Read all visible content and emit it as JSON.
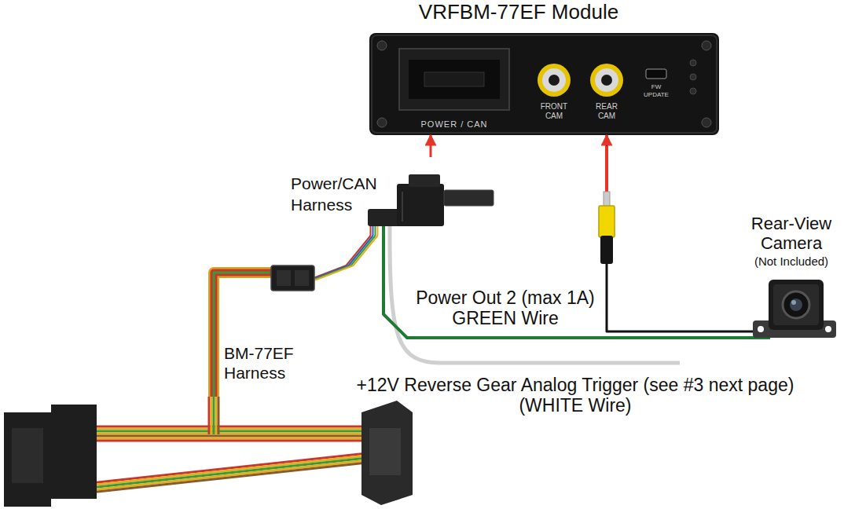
{
  "diagram": {
    "nodes": [
      {
        "text": [
          "VRFBM-77EF Module",
          "POWER / CAN",
          "FRONT CAM",
          "REAR CAM",
          "FW UPDATE"
        ]
      },
      {
        "text": [
          "Power/CAN Harness"
        ]
      },
      {
        "text": [
          "Rear-View Camera",
          "(Not Included)"
        ]
      },
      {
        "text": [
          "BM-77EF Harness"
        ]
      }
    ],
    "edges": [
      {
        "from": 1,
        "to": 0,
        "arrow": "to"
      },
      {
        "from": 2,
        "to": 0,
        "arrow": "to"
      },
      {
        "from": 1,
        "to": 2,
        "label": "Power Out 2 (max 1A) GREEN Wire",
        "arrow": "none"
      },
      {
        "from": 3,
        "to": 1,
        "arrow": "none"
      }
    ],
    "labels": [
      "+12V Reverse Gear Analog Trigger (see #3 next page) (WHITE Wire)"
    ]
  }
}
